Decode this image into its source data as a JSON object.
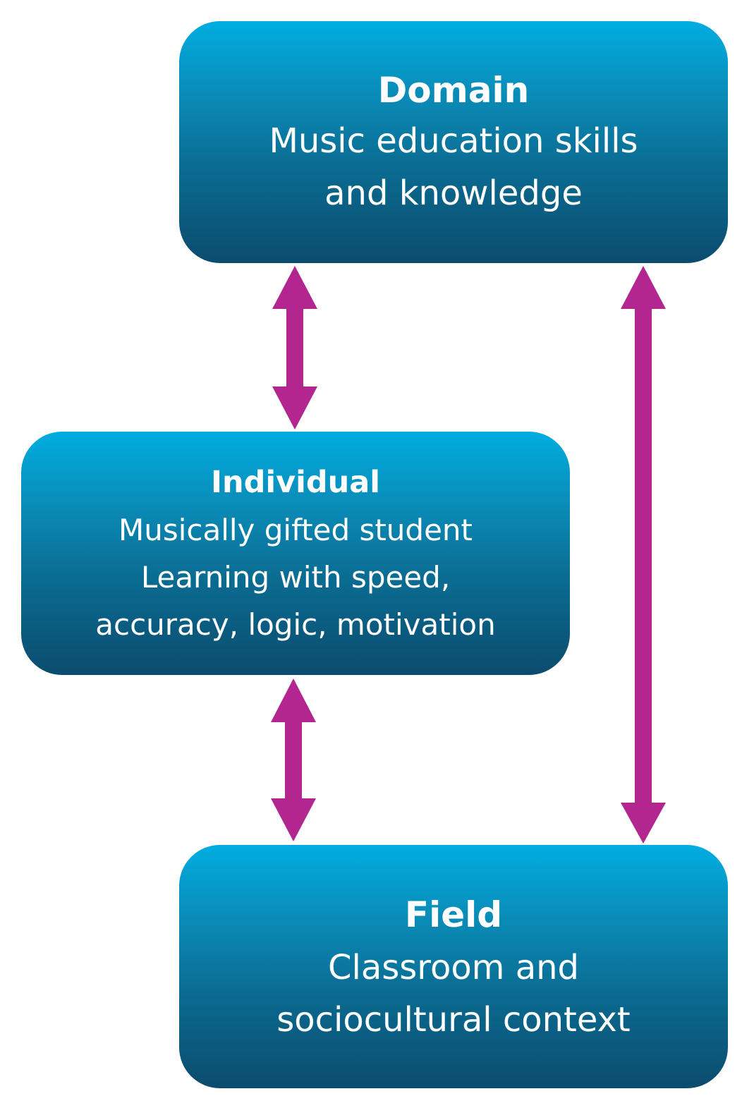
{
  "colors": {
    "box_top": "#00ade0",
    "box_bottom": "#0b4c6e",
    "text": "#ffffff",
    "arrow": "#b3268f"
  },
  "boxes": {
    "domain": {
      "title": "Domain",
      "lines": [
        "Music education skills",
        "and knowledge"
      ]
    },
    "individual": {
      "title": "Individual",
      "lines": [
        "Musically gifted student",
        "Learning with speed,",
        "accuracy, logic, motivation"
      ]
    },
    "field": {
      "title": "Field",
      "lines": [
        "Classroom and",
        "sociocultural context"
      ]
    }
  },
  "arrows": [
    {
      "from": "domain",
      "to": "individual",
      "bidirectional": true
    },
    {
      "from": "individual",
      "to": "field",
      "bidirectional": true
    },
    {
      "from": "domain",
      "to": "field",
      "bidirectional": true
    }
  ]
}
